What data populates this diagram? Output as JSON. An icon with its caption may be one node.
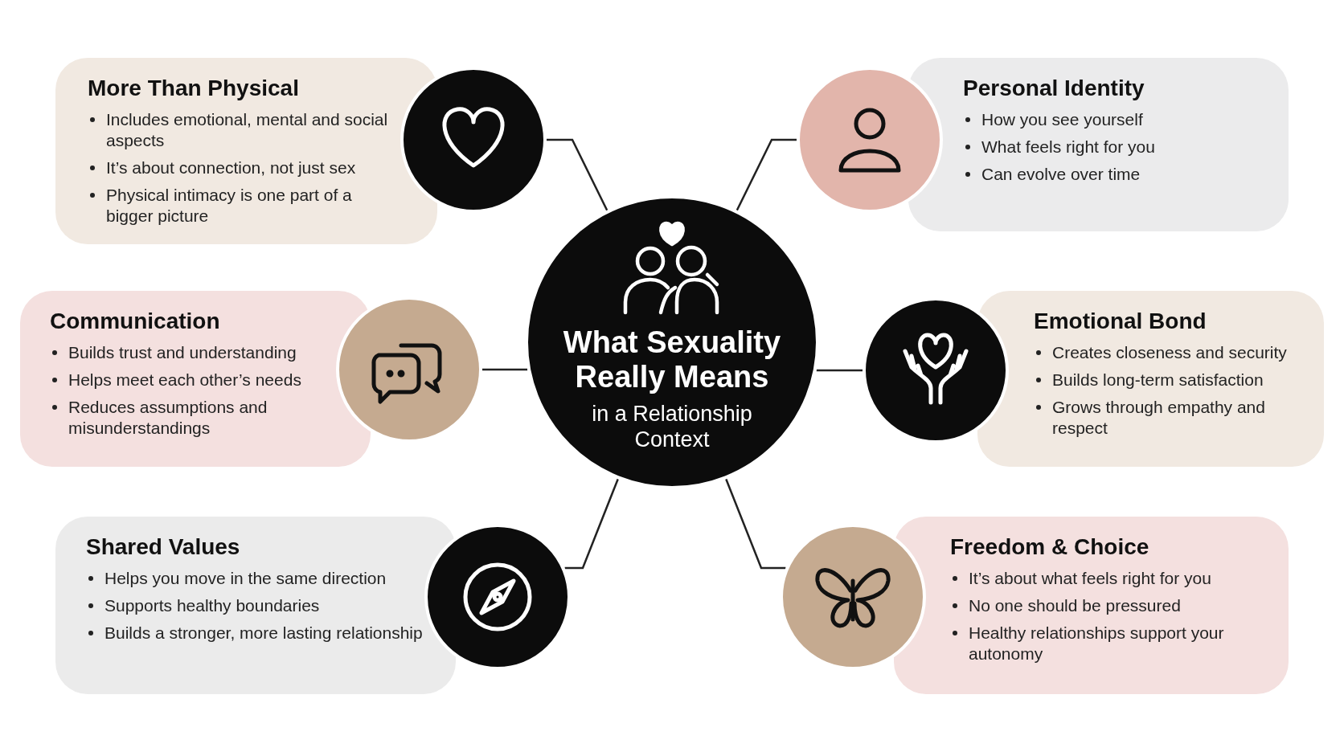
{
  "diagram": {
    "nodes": [
      {
        "text": [
          "More Than Physical",
          "Includes emotional, mental and social aspects",
          "It’s about connection, not just sex",
          "Physical intimacy is one part of a bigger picture"
        ]
      },
      {
        "text": [],
        "shape": "circle"
      },
      {
        "text": [],
        "shape": "circle"
      },
      {
        "text": [
          "Personal Identity",
          "How you see yourself",
          "What feels right for you",
          "Can evolve over time"
        ]
      },
      {
        "text": [
          "Communication",
          "Builds trust and understanding",
          "Helps meet each other’s needs",
          "Reduces assumptions and misunderstandings"
        ]
      },
      {
        "text": [],
        "shape": "circle"
      },
      {
        "text": [
          "What Sexuality Really Means",
          "in a Relationship Context"
        ]
      },
      {
        "text": [],
        "shape": "circle"
      },
      {
        "text": [
          "Emotional Bond",
          "Creates closeness and security",
          "Builds long-term satisfaction",
          "Grows through empathy and respect"
        ]
      },
      {
        "text": [
          "Shared Values",
          "Helps you move in the same direction",
          "Supports healthy boundaries",
          "Builds a stronger, more lasting relationship"
        ]
      },
      {
        "text": [],
        "shape": "circle"
      },
      {
        "text": [],
        "shape": "circle"
      },
      {
        "text": [
          "Freedom & Choice",
          "It’s about what feels right for you",
          "No one should be pressured",
          "Healthy relationships support your autonomy"
        ]
      }
    ],
    "edges": [
      {
        "from": 6,
        "to": 1,
        "arrow": "none"
      },
      {
        "from": 6,
        "to": 2,
        "arrow": "none"
      },
      {
        "from": 6,
        "to": 5,
        "arrow": "none"
      },
      {
        "from": 6,
        "to": 7,
        "arrow": "none"
      },
      {
        "from": 6,
        "to": 10,
        "arrow": "none"
      },
      {
        "from": 6,
        "to": 11,
        "arrow": "none"
      }
    ]
  }
}
